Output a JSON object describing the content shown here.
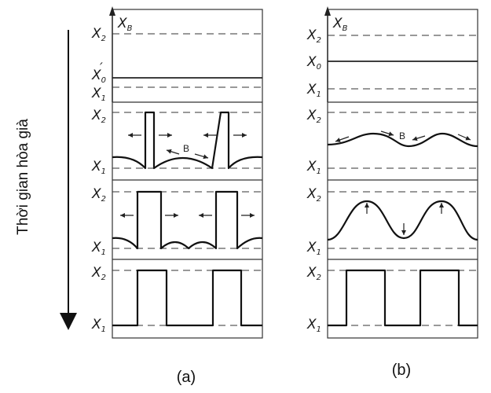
{
  "time_axis_label": "Thời gian hòa già",
  "panel_a": {
    "caption": "(a)",
    "y_axis": "X",
    "y_axis_sub": "B",
    "x2": "X",
    "x2_sub": "2",
    "x0": "X",
    "x0_sub": "0",
    "x0_prime": "′",
    "x1": "X",
    "x1_sub": "1",
    "region_label": "B"
  },
  "panel_b": {
    "caption": "(b)",
    "y_axis": "X",
    "y_axis_sub": "B",
    "x2": "X",
    "x2_sub": "2",
    "x0": "X",
    "x0_sub": "0",
    "x1": "X",
    "x1_sub": "1",
    "region_label": "B"
  }
}
